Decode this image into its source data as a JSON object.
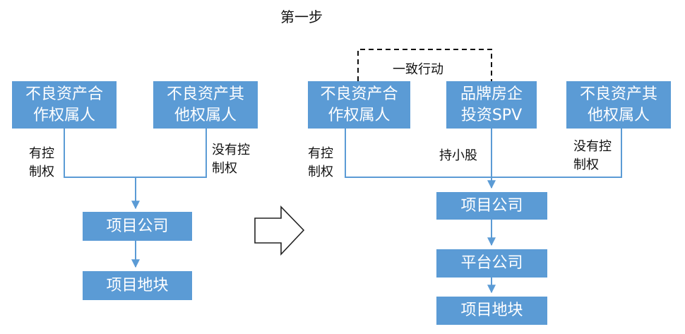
{
  "title": "第一步",
  "left": {
    "holder_a": "不良资产合\n作权属人",
    "holder_b": "不良资产其\n他权属人",
    "label_a": "有控\n制权",
    "label_b": "没有控\n制权",
    "project_company": "项目公司",
    "land": "项目地块"
  },
  "right": {
    "holder_a": "不良资产合\n作权属人",
    "developer": "品牌房企\n投资SPV",
    "holder_b": "不良资产其\n他权属人",
    "concert_label": "一致行动",
    "label_a": "有控\n制权",
    "label_mid": "持小股",
    "label_b": "没有控\n制权",
    "project_company": "项目公司",
    "platform_company": "平台公司",
    "land": "项目地块"
  },
  "colors": {
    "box_fill": "#5b9bd5",
    "line": "#5b9bd5",
    "box_text": "#ffffff"
  }
}
